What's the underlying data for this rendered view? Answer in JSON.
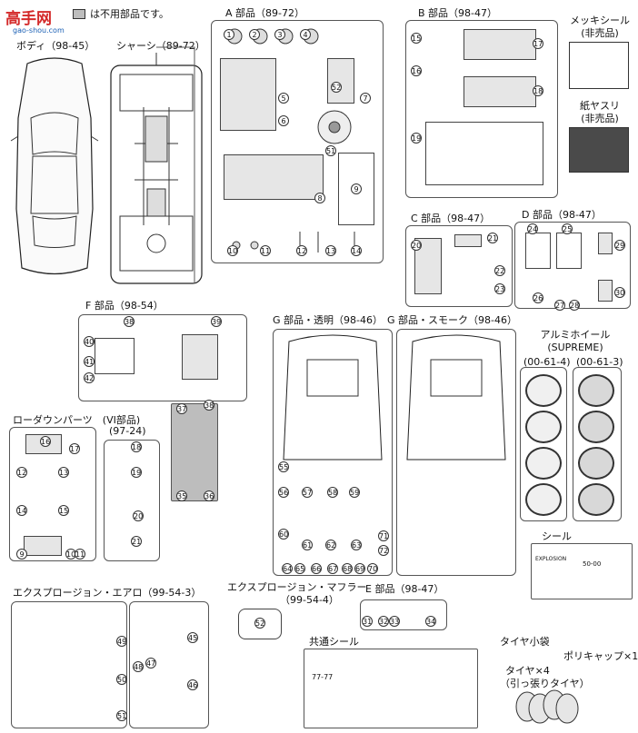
{
  "watermark": {
    "logo_text": "高手网",
    "url": "gao-shou.com"
  },
  "legend_text": "は不用部品です。",
  "body_label": "ボディ（98-45）",
  "chassis_label": "シャーシ（89-72）",
  "sprue_a_label": "A 部品（89-72）",
  "sprue_b_label": "B 部品（98-47）",
  "sprue_c_label": "C 部品（98-47）",
  "sprue_d_label": "D 部品（98-47）",
  "sprue_e_label": "E 部品（98-47）",
  "sprue_f_label": "F 部品（98-54）",
  "sprue_g_clear_label": "G 部品・透明（98-46）",
  "sprue_g_smoke_label": "G 部品・スモーク（98-46）",
  "plating_sticker": {
    "label": "メッキシール",
    "note": "(非売品)"
  },
  "sandpaper": {
    "label": "紙ヤスリ",
    "note": "(非売品)"
  },
  "wheels": {
    "label": "アルミホイール",
    "sub": "(SUPREME)",
    "code_left": "(00-61-4)",
    "code_right": "(00-61-3)"
  },
  "lowdown_label": "ローダウンパーツ　(VI部品)",
  "lowdown_code": "(97-24)",
  "aero_label": "エクスプロージョン・エアロ（99-54-3）",
  "muffler_label": "エクスプロージョン・マフラー",
  "muffler_code": "（99-54-4）",
  "seal_label": "シール",
  "common_seal_label": "共通シール",
  "tire_bag_label": "タイヤ小袋",
  "polycap_label": "ポリキャップ×1",
  "tire_label": "タイヤ×4",
  "tire_note": "（引っ張りタイヤ）",
  "decal_texts": {
    "explosion": "EXPLOSION",
    "plate_a": "50-00",
    "plate_b": "77-77"
  },
  "part_numbers": {
    "a": [
      "1",
      "2",
      "3",
      "4",
      "5",
      "6",
      "7",
      "8",
      "9",
      "10",
      "11",
      "12",
      "13",
      "14",
      "51",
      "52"
    ],
    "b": [
      "15",
      "16",
      "17",
      "18",
      "19"
    ],
    "c": [
      "20",
      "21",
      "22",
      "23"
    ],
    "d": [
      "24",
      "25",
      "26",
      "27",
      "28",
      "29",
      "30"
    ],
    "f": [
      "38",
      "39",
      "40",
      "41",
      "42"
    ],
    "f_gray": [
      "35",
      "36",
      "37",
      "38"
    ],
    "lowdown": [
      "9",
      "10",
      "11",
      "12",
      "13",
      "14",
      "15",
      "16",
      "17",
      "18",
      "19",
      "20",
      "21"
    ],
    "g": [
      "55",
      "56",
      "57",
      "58",
      "59",
      "60",
      "61",
      "62",
      "63",
      "64",
      "65",
      "66",
      "67",
      "68",
      "69",
      "70",
      "71",
      "72"
    ],
    "aero": [
      "45",
      "46",
      "47",
      "48",
      "49",
      "50",
      "51"
    ],
    "muffler": [
      "52"
    ],
    "e": [
      "31",
      "32",
      "33",
      "34"
    ]
  },
  "colors": {
    "unused_gray": "#bdbdbd",
    "sandpaper": "#4a4a4a",
    "logo_red": "#d42a2a",
    "logo_blue": "#1a5fb4"
  }
}
